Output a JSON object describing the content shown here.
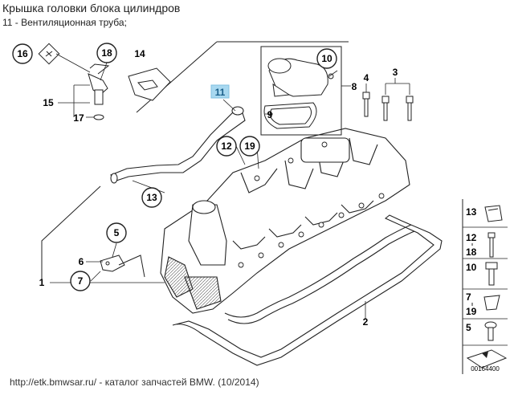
{
  "header": {
    "title": "Крышка головки блока цилиндров",
    "subtitle": "11 - Вентиляционная труба;"
  },
  "callouts": [
    {
      "id": "c16",
      "label": "16",
      "style": "circle"
    },
    {
      "id": "c18",
      "label": "18",
      "style": "circle"
    },
    {
      "id": "c14",
      "label": "14",
      "style": "plain"
    },
    {
      "id": "c15",
      "label": "15",
      "style": "plain"
    },
    {
      "id": "c17",
      "label": "17",
      "style": "plain"
    },
    {
      "id": "c11",
      "label": "11",
      "style": "highlight"
    },
    {
      "id": "c10",
      "label": "10",
      "style": "circle"
    },
    {
      "id": "c8",
      "label": "8",
      "style": "plain"
    },
    {
      "id": "c9",
      "label": "9",
      "style": "plain"
    },
    {
      "id": "c4",
      "label": "4",
      "style": "plain"
    },
    {
      "id": "c3",
      "label": "3",
      "style": "plain"
    },
    {
      "id": "c12",
      "label": "12",
      "style": "circle"
    },
    {
      "id": "c19",
      "label": "19",
      "style": "circle"
    },
    {
      "id": "c13",
      "label": "13",
      "style": "circle"
    },
    {
      "id": "c5",
      "label": "5",
      "style": "circle"
    },
    {
      "id": "c6",
      "label": "6",
      "style": "plain"
    },
    {
      "id": "c7",
      "label": "7",
      "style": "circle"
    },
    {
      "id": "c1",
      "label": "1",
      "style": "plain"
    },
    {
      "id": "c2",
      "label": "2",
      "style": "plain"
    }
  ],
  "side_legend": [
    {
      "id": "s13",
      "label": "13"
    },
    {
      "id": "s12",
      "label": "12"
    },
    {
      "id": "s18",
      "label": "18"
    },
    {
      "id": "s10",
      "label": "10"
    },
    {
      "id": "s7",
      "label": "7"
    },
    {
      "id": "s19",
      "label": "19"
    },
    {
      "id": "s5",
      "label": "5"
    }
  ],
  "diagram_number": "00164400",
  "footer": "http://etk.bmwsar.ru/ - каталог запчастей BMW. (10/2014)",
  "colors": {
    "line": "#222222",
    "highlight_bg": "#a8d8f0",
    "highlight_text": "#1a5f8a"
  }
}
